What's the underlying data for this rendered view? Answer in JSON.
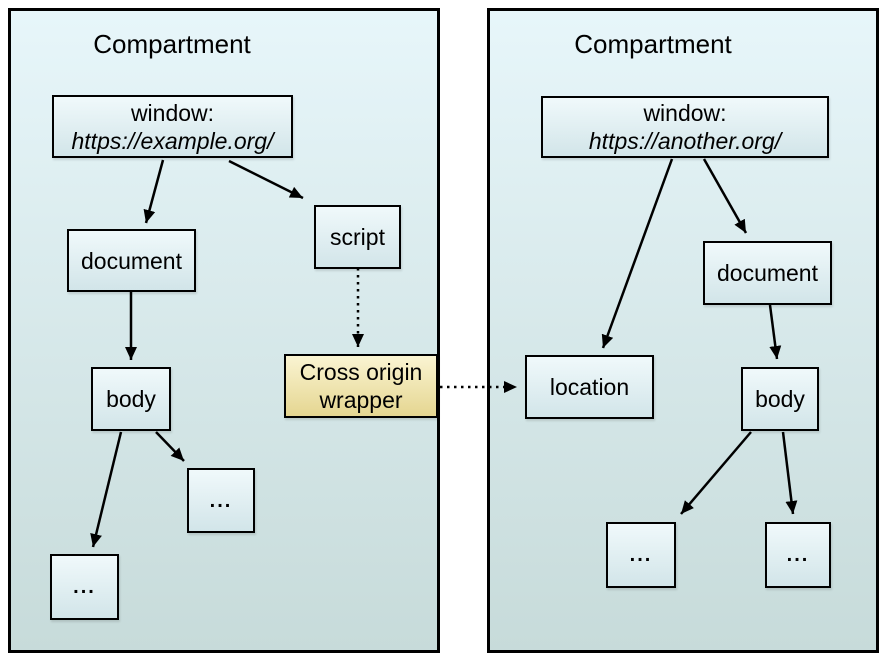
{
  "colors": {
    "background": "#ffffff",
    "compartment_top": "#e7f6fa",
    "compartment_bottom": "#c7dbda",
    "node_top": "#f0f9fb",
    "node_bottom": "#d2e5e9",
    "wrapper_top": "#faf4d2",
    "wrapper_bottom": "#e5d691",
    "border": "#000000",
    "arrow": "#000000"
  },
  "left_compartment": {
    "title": "Compartment",
    "window": {
      "label": "window:",
      "url": "https://example.org/"
    },
    "document": "document",
    "script": "script",
    "body": "body",
    "child_ellipsis_1": "...",
    "child_ellipsis_2": "..."
  },
  "wrapper": {
    "label": "Cross origin wrapper"
  },
  "right_compartment": {
    "title": "Compartment",
    "window": {
      "label": "window:",
      "url": "https://another.org/"
    },
    "location": "location",
    "document": "document",
    "body": "body",
    "child_ellipsis_1": "...",
    "child_ellipsis_2": "..."
  }
}
